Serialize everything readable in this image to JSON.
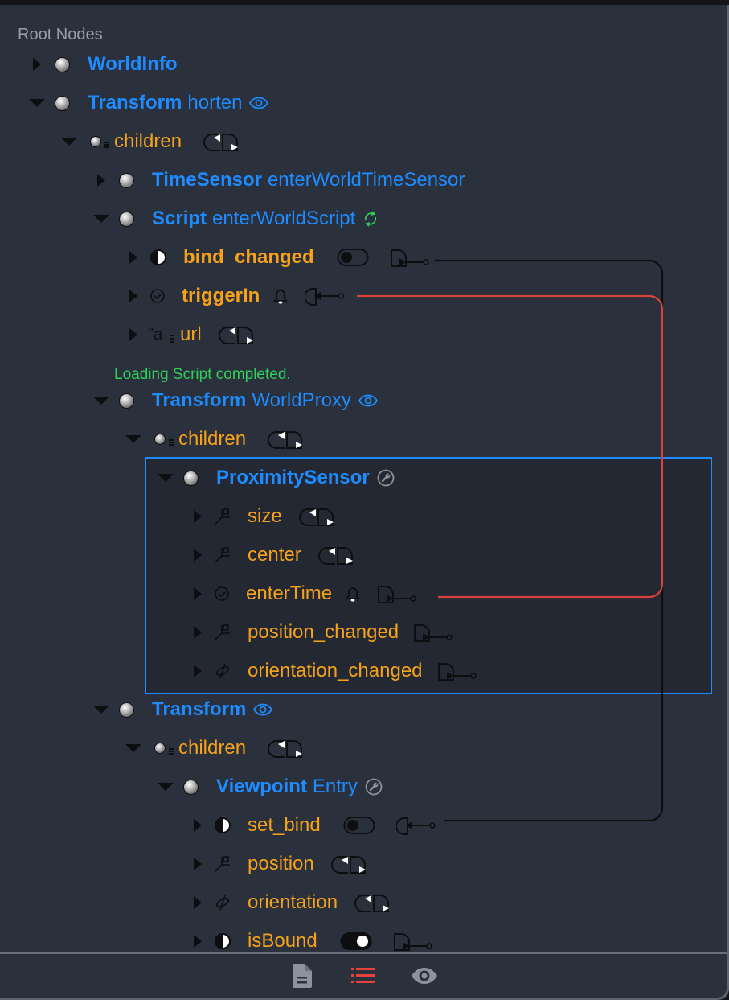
{
  "panel": {
    "header": "Root Nodes"
  },
  "colors": {
    "node": "#1e8bff",
    "field": "#f5a21a",
    "status": "#2fd15a",
    "route_active": "#d8423a",
    "route": "#0d0e10",
    "selection": "#1e8bff",
    "footer_active": "#e8403a",
    "footer_inactive": "#8e929c"
  },
  "rows": [
    {
      "id": "r0",
      "kind": "node",
      "expanded": false,
      "type": "WorldInfo",
      "name": ""
    },
    {
      "id": "r1",
      "kind": "node",
      "expanded": true,
      "type": "Transform",
      "name": "horten",
      "badge": "eye-icon"
    },
    {
      "id": "r2",
      "kind": "field-mfnode",
      "expanded": true,
      "field": "children",
      "access": "inputOutput"
    },
    {
      "id": "r3",
      "kind": "node",
      "expanded": false,
      "type": "TimeSensor",
      "name": "enterWorldTimeSensor"
    },
    {
      "id": "r4",
      "kind": "node",
      "expanded": true,
      "type": "Script",
      "name": "enterWorldScript",
      "badge": "reload-icon"
    },
    {
      "id": "r5",
      "kind": "field",
      "expanded": false,
      "field": "bind_changed",
      "fieldType": "SFBool",
      "access": "outputOnly",
      "value": false,
      "bold": true
    },
    {
      "id": "r6",
      "kind": "field",
      "expanded": false,
      "field": "triggerIn",
      "fieldType": "SFTime",
      "access": "inputOnly",
      "bold": true
    },
    {
      "id": "r7",
      "kind": "field",
      "expanded": false,
      "field": "url",
      "fieldType": "MFString",
      "access": "inputOutput"
    },
    {
      "id": "r8",
      "kind": "node",
      "expanded": true,
      "type": "Transform",
      "name": "WorldProxy",
      "badge": "eye-icon"
    },
    {
      "id": "r9",
      "kind": "field-mfnode",
      "expanded": true,
      "field": "children",
      "access": "inputOutput"
    },
    {
      "id": "r10",
      "kind": "node",
      "expanded": true,
      "type": "ProximitySensor",
      "name": "",
      "badge": "wrench-icon",
      "selected": true
    },
    {
      "id": "r11",
      "kind": "field",
      "expanded": false,
      "field": "size",
      "fieldType": "SFVec3f",
      "access": "inputOutput"
    },
    {
      "id": "r12",
      "kind": "field",
      "expanded": false,
      "field": "center",
      "fieldType": "SFVec3f",
      "access": "inputOutput"
    },
    {
      "id": "r13",
      "kind": "field",
      "expanded": false,
      "field": "enterTime",
      "fieldType": "SFTime",
      "access": "outputOnly"
    },
    {
      "id": "r14",
      "kind": "field",
      "expanded": false,
      "field": "position_changed",
      "fieldType": "SFVec3f",
      "access": "outputOnly"
    },
    {
      "id": "r15",
      "kind": "field",
      "expanded": false,
      "field": "orientation_changed",
      "fieldType": "SFRotation",
      "access": "outputOnly"
    },
    {
      "id": "r16",
      "kind": "node",
      "expanded": true,
      "type": "Transform",
      "name": "",
      "badge": "eye-icon"
    },
    {
      "id": "r17",
      "kind": "field-mfnode",
      "expanded": true,
      "field": "children",
      "access": "inputOutput"
    },
    {
      "id": "r18",
      "kind": "node",
      "expanded": true,
      "type": "Viewpoint",
      "name": "Entry",
      "badge": "wrench-icon"
    },
    {
      "id": "r19",
      "kind": "field",
      "expanded": false,
      "field": "set_bind",
      "fieldType": "SFBool",
      "access": "inputOnly",
      "value": false
    },
    {
      "id": "r20",
      "kind": "field",
      "expanded": false,
      "field": "position",
      "fieldType": "SFVec3f",
      "access": "inputOutput"
    },
    {
      "id": "r21",
      "kind": "field",
      "expanded": false,
      "field": "orientation",
      "fieldType": "SFRotation",
      "access": "inputOutput"
    },
    {
      "id": "r22",
      "kind": "field",
      "expanded": false,
      "field": "isBound",
      "fieldType": "SFBool",
      "access": "outputOnly",
      "value": true
    }
  ],
  "status_message": "Loading Script completed.",
  "routes": [
    {
      "from": "bind_changed",
      "to": "set_bind",
      "active": false
    },
    {
      "from": "enterTime",
      "to": "triggerIn",
      "active": true
    }
  ],
  "footer": {
    "buttons": [
      {
        "icon": "document-icon",
        "active": false
      },
      {
        "icon": "list-icon",
        "active": true
      },
      {
        "icon": "eye-icon",
        "active": false
      }
    ]
  }
}
